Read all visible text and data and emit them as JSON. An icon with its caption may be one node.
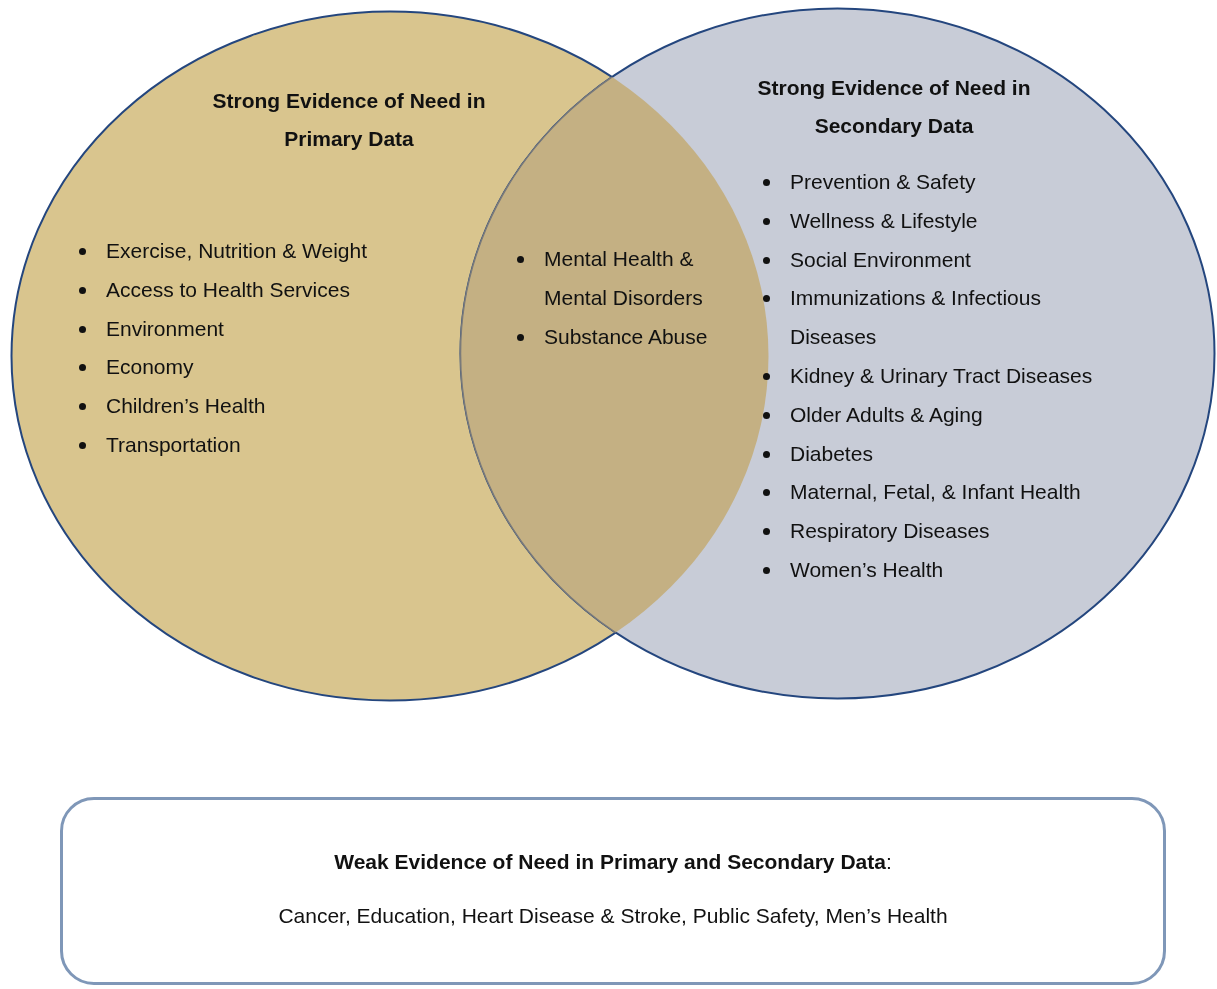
{
  "diagram": {
    "nodes": [
      {
        "text": [
          "Strong Evidence of Need in Primary Data",
          "Exercise, Nutrition & Weight",
          "Access to Health Services",
          "Environment",
          "Economy",
          "Children’s Health",
          "Transportation"
        ]
      },
      {
        "text": [
          "Strong Evidence of Need in Secondary Data",
          "Prevention & Safety",
          "Wellness & Lifestyle",
          "Social Environment",
          "Immunizations & Infectious Diseases",
          "Kidney & Urinary Tract Diseases",
          "Older Adults & Aging",
          "Diabetes",
          "Maternal, Fetal, & Infant Health",
          "Respiratory Diseases",
          "Women’s Health"
        ]
      },
      {
        "text": [
          "**Weak Evidence of Need in Primary and Secondary Data**:",
          "Cancer, Education, Heart Disease & Stroke, Public Safety, Men’s Health"
        ]
      }
    ],
    "edges": [],
    "labels": [
      "Mental Health & Mental Disorders",
      "Substance Abuse"
    ]
  }
}
